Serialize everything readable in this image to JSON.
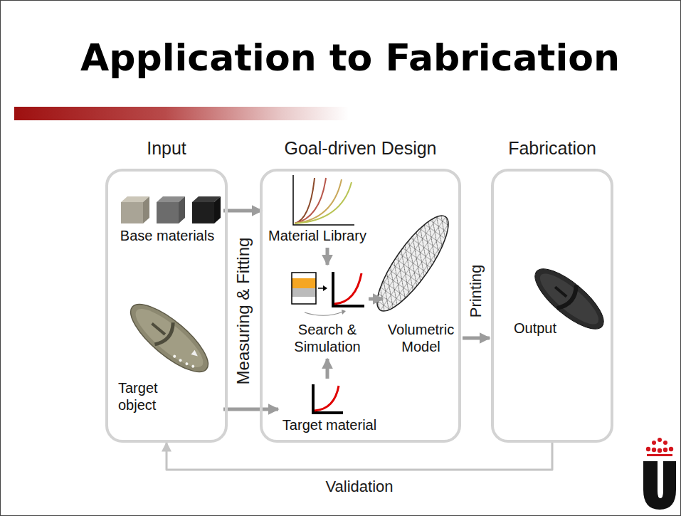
{
  "diagram": {
    "title": "Application to Fabrication",
    "nodes": [
      {
        "text": [
          "Input"
        ]
      },
      {
        "text": [
          "Base materials"
        ],
        "in": 0
      },
      {
        "text": [
          "Target object"
        ],
        "in": 0
      },
      {
        "text": [
          "Goal-driven Design"
        ]
      },
      {
        "text": [
          "Material Library"
        ],
        "in": 3
      },
      {
        "text": [
          "Search & Simulation"
        ],
        "in": 3
      },
      {
        "text": [
          "Volumetric Model"
        ],
        "in": 3
      },
      {
        "text": [
          "Target material"
        ],
        "in": 3
      },
      {
        "text": [
          "Fabrication"
        ]
      },
      {
        "text": [
          "Output"
        ],
        "in": 8
      }
    ],
    "edges": [
      {
        "from": 1,
        "to": 4,
        "arrow": "to"
      },
      {
        "from": 2,
        "to": 7,
        "arrow": "to"
      },
      {
        "from": 4,
        "to": 5,
        "arrow": "to"
      },
      {
        "from": 7,
        "to": 5,
        "arrow": "to"
      },
      {
        "from": 5,
        "to": 6,
        "arrow": "to"
      },
      {
        "from": 3,
        "to": 8,
        "arrow": "to",
        "label": "Printing"
      },
      {
        "from": 8,
        "to": 0,
        "arrow": "to",
        "label": "Validation"
      }
    ],
    "labels": [
      "Measuring & Fitting"
    ]
  }
}
